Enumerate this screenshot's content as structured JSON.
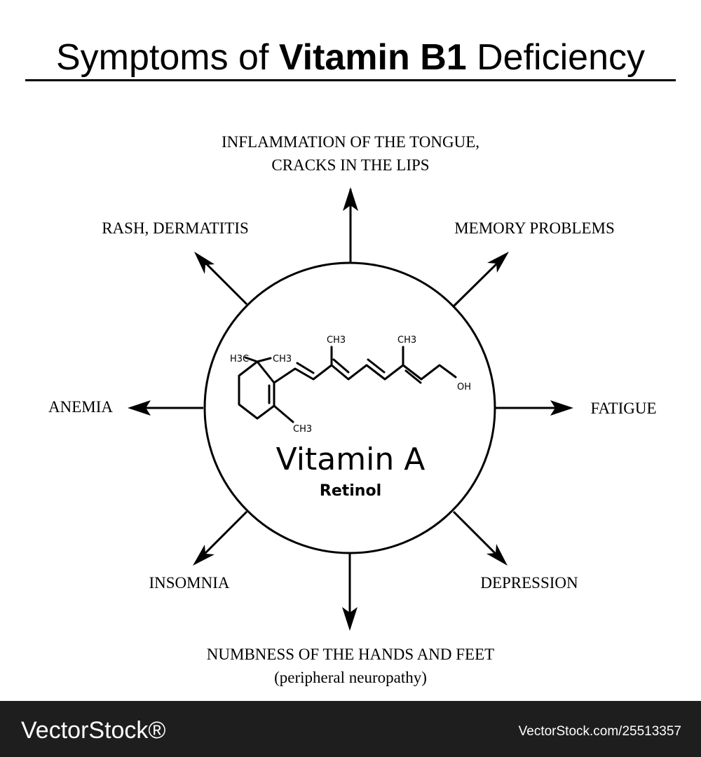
{
  "title": {
    "prefix": "Symptoms of ",
    "bold": "Vitamin B1",
    "suffix": " Deficiency"
  },
  "center": {
    "name": "Vitamin A",
    "subtitle": "Retinol",
    "molecule_labels": {
      "h3c": "H3C",
      "ch3_ring": "CH3",
      "ch3_chain_1": "CH3",
      "ch3_chain_2": "CH3",
      "ch3_bottom": "CH3",
      "oh": "OH"
    }
  },
  "symptoms": {
    "top_line1": "INFLAMMATION OF THE TONGUE,",
    "top_line2": "CRACKS IN THE LIPS",
    "top_left": "RASH, DERMATITIS",
    "top_right": "MEMORY PROBLEMS",
    "left": "ANEMIA",
    "right": "FATIGUE",
    "bottom_left": "INSOMNIA",
    "bottom_right": "DEPRESSION",
    "bottom_line1": "NUMBNESS OF THE HANDS AND FEET",
    "bottom_line2": "(peripheral neuropathy)"
  },
  "footer": {
    "brand": "VectorStock®",
    "ref": "VectorStock.com/25513357"
  }
}
